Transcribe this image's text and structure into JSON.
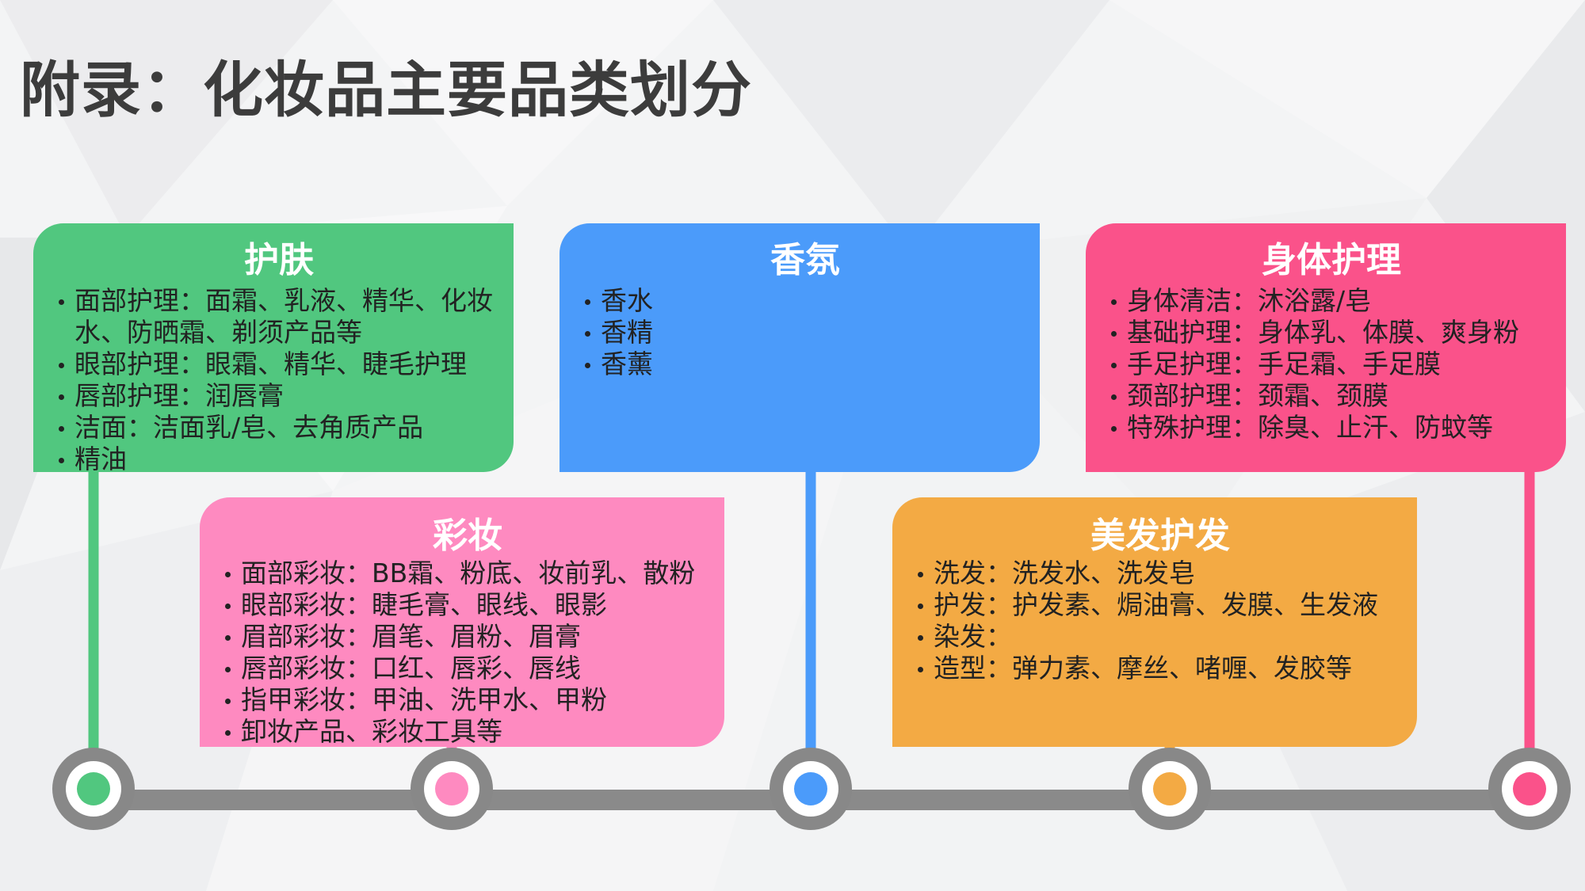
{
  "slide": {
    "title": "附录：化妆品主要品类划分"
  },
  "colors": {
    "skin": "#51c77f",
    "fragrance": "#4b9bfa",
    "body": "#fa528a",
    "makeup": "#fe8ac0",
    "hair": "#f3aa44",
    "line": "#8a8a8a"
  },
  "cards": {
    "skincare": {
      "heading": "护肤",
      "items": [
        "面部护理：面霜、乳液、精华、化妆水、防晒霜、剃须产品等",
        "眼部护理：眼霜、精华、睫毛护理",
        "唇部护理：润唇膏",
        "洁面：洁面乳/皂、去角质产品",
        "精油"
      ]
    },
    "fragrance": {
      "heading": "香氛",
      "items": [
        "香水",
        "香精",
        "香薰"
      ]
    },
    "bodycare": {
      "heading": "身体护理",
      "items": [
        "身体清洁：沐浴露/皂",
        "基础护理：身体乳、体膜、爽身粉",
        "手足护理：手足霜、手足膜",
        "颈部护理：颈霜、颈膜",
        "特殊护理：除臭、止汗、防蚊等"
      ]
    },
    "makeup": {
      "heading": "彩妆",
      "items": [
        "面部彩妆：BB霜、粉底、妆前乳、散粉",
        "眼部彩妆：睫毛膏、眼线、眼影",
        "眉部彩妆：眉笔、眉粉、眉膏",
        "唇部彩妆：口红、唇彩、唇线",
        "指甲彩妆：甲油、洗甲水、甲粉",
        "卸妆产品、彩妆工具等"
      ]
    },
    "haircare": {
      "heading": "美发护发",
      "items": [
        "洗发：洗发水、洗发皂",
        "护发：护发素、焗油膏、发膜、生发液",
        "染发：",
        "造型：弹力素、摩丝、啫喱、发胶等"
      ]
    }
  }
}
